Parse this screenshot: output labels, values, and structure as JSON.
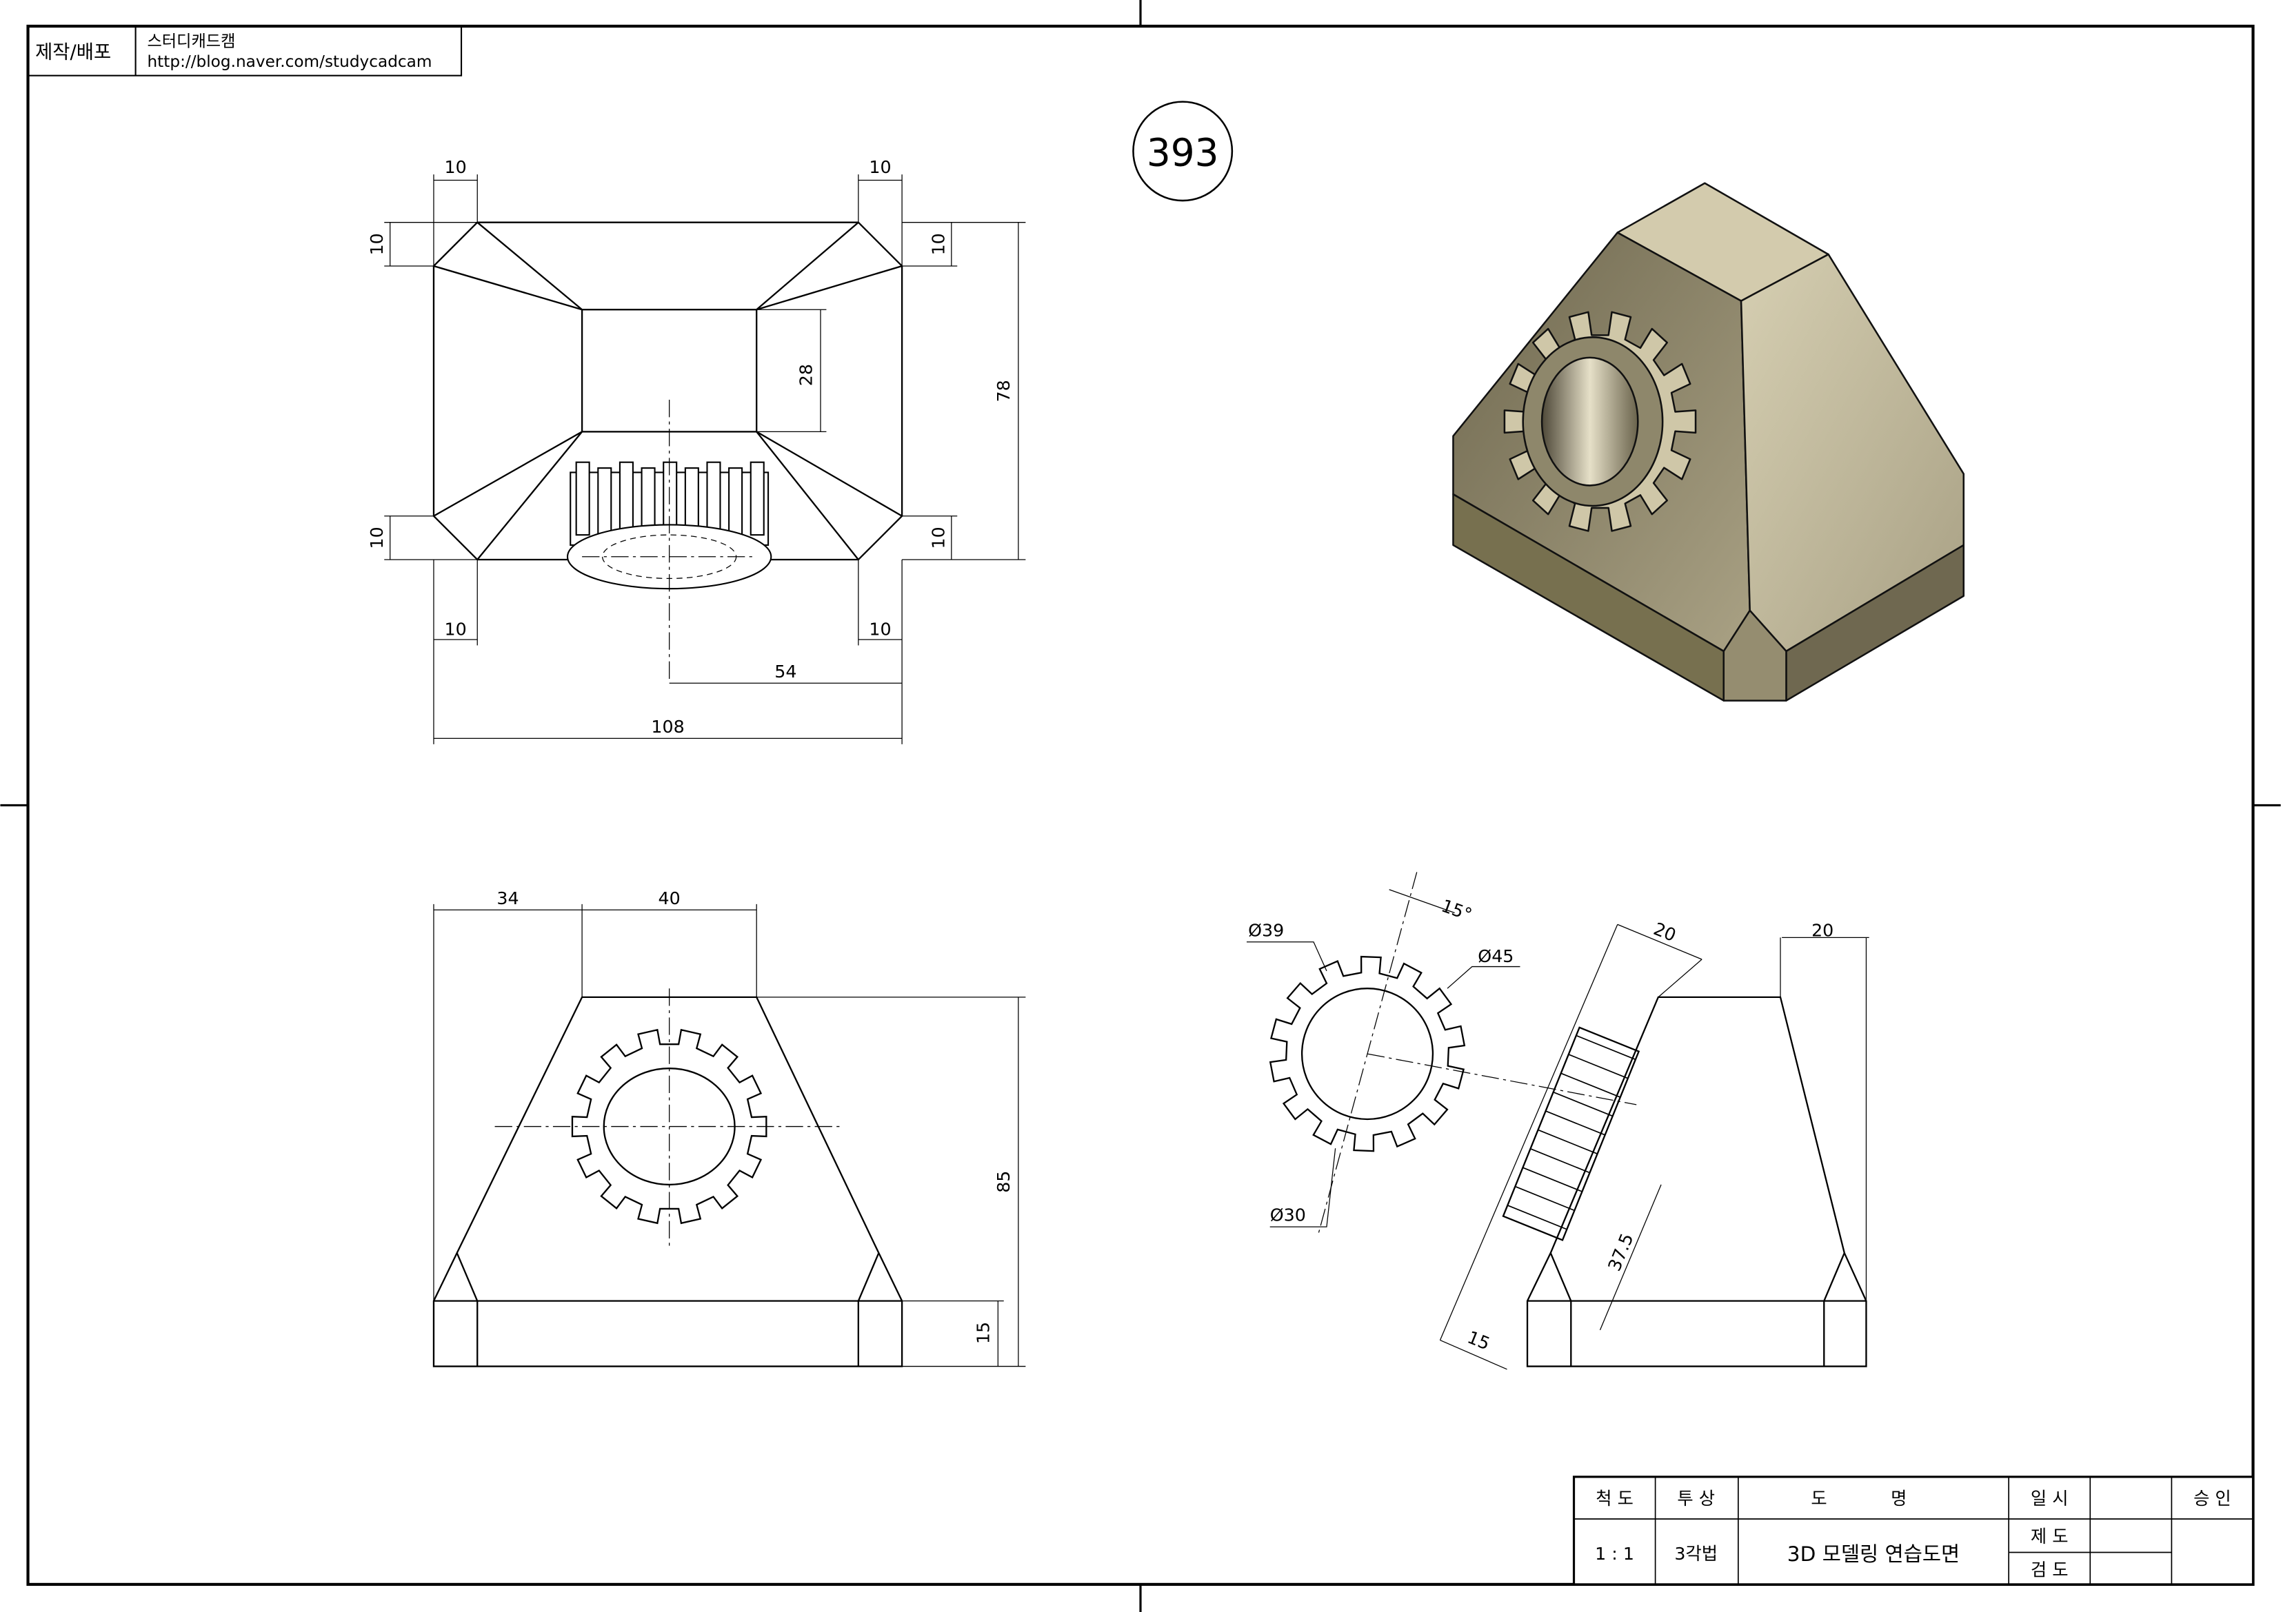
{
  "header": {
    "label": "제작/배포",
    "author": "스터디캐드캠",
    "url": "http://blog.naver.com/studycadcam"
  },
  "drawing_number": "393",
  "top_view": {
    "dims": [
      "10",
      "10",
      "10",
      "10",
      "10",
      "10",
      "10",
      "10",
      "28",
      "78",
      "54",
      "108"
    ]
  },
  "front_view": {
    "dims": [
      "34",
      "40",
      "85",
      "15"
    ]
  },
  "detail_view": {
    "dims": [
      "Ø39",
      "15°",
      "Ø45",
      "Ø30"
    ]
  },
  "side_view": {
    "dims": [
      "20",
      "20",
      "37.5",
      "15"
    ]
  },
  "title_block": {
    "scale_label": "척 도",
    "projection_label": "투 상",
    "title_label": "도 명",
    "date_label": "일 시",
    "approval_label": "승 인",
    "scale": "1 : 1",
    "projection": "3각법",
    "title": "3D 모델링 연습도면",
    "drawn_label": "제 도",
    "checked_label": "검 도"
  },
  "colors": {
    "iso_top": "#d3cbad",
    "iso_left": "#8c846a",
    "iso_right": "#c2ba9a",
    "iso_base": "#6f6850"
  }
}
